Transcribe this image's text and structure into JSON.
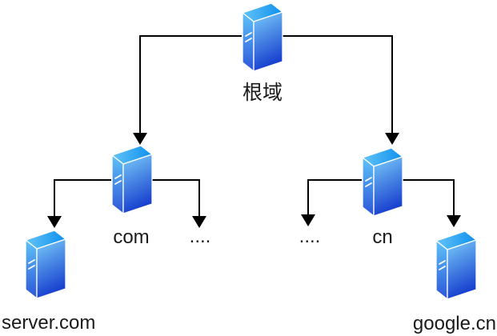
{
  "nodes": {
    "root": {
      "label": "根域",
      "icon": "server-tower-icon"
    },
    "com": {
      "label": "com",
      "icon": "server-tower-icon"
    },
    "cn": {
      "label": "cn",
      "icon": "server-tower-icon"
    },
    "ellipsis_left": {
      "label": "...."
    },
    "ellipsis_right": {
      "label": "...."
    },
    "server_com": {
      "label": "server.com",
      "icon": "server-tower-icon"
    },
    "google_cn": {
      "label": "google.cn",
      "icon": "server-tower-icon"
    }
  },
  "edges": [
    {
      "from": "root",
      "to": "com"
    },
    {
      "from": "root",
      "to": "cn"
    },
    {
      "from": "com",
      "to": "server_com"
    },
    {
      "from": "com",
      "to": "ellipsis_left"
    },
    {
      "from": "cn",
      "to": "ellipsis_right"
    },
    {
      "from": "cn",
      "to": "google_cn"
    }
  ],
  "colors": {
    "background": "#ffffff",
    "connector": "#000000",
    "text": "#1a1a1a",
    "server_roof_light": "#62c4f7",
    "server_roof_dark": "#0f90ee",
    "server_front_top": "#5ec3f8",
    "server_front_bottom": "#2d55d9",
    "server_side_top": "#79cdf9",
    "server_side_bottom": "#173ecf",
    "server_edge": "#ffffff"
  }
}
